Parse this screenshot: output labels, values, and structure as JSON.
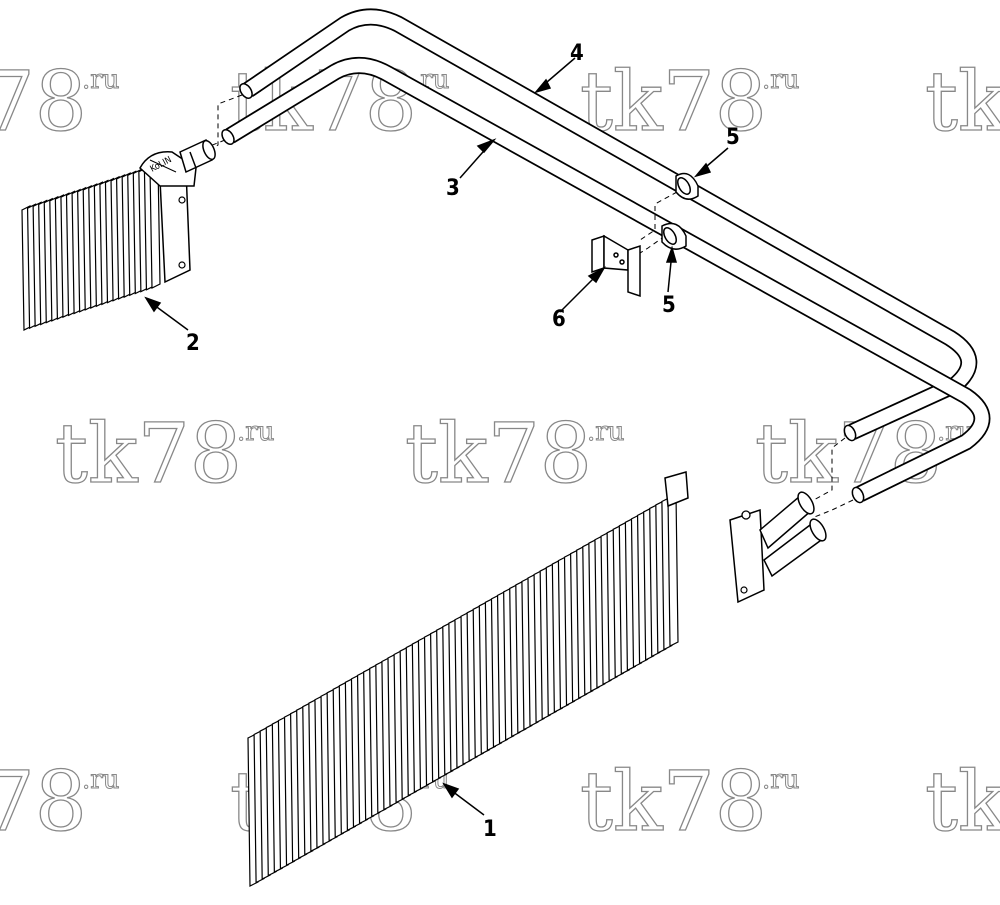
{
  "watermark": {
    "main": "tk78",
    "suffix": ".ru"
  },
  "brand_label": "KoLIN",
  "callouts": {
    "c1": "1",
    "c2": "2",
    "c3": "3",
    "c4": "4",
    "c5a": "5",
    "c5b": "5",
    "c6": "6"
  },
  "colors": {
    "line": "#000000",
    "watermark_outline": "#888888",
    "background": "#ffffff"
  }
}
